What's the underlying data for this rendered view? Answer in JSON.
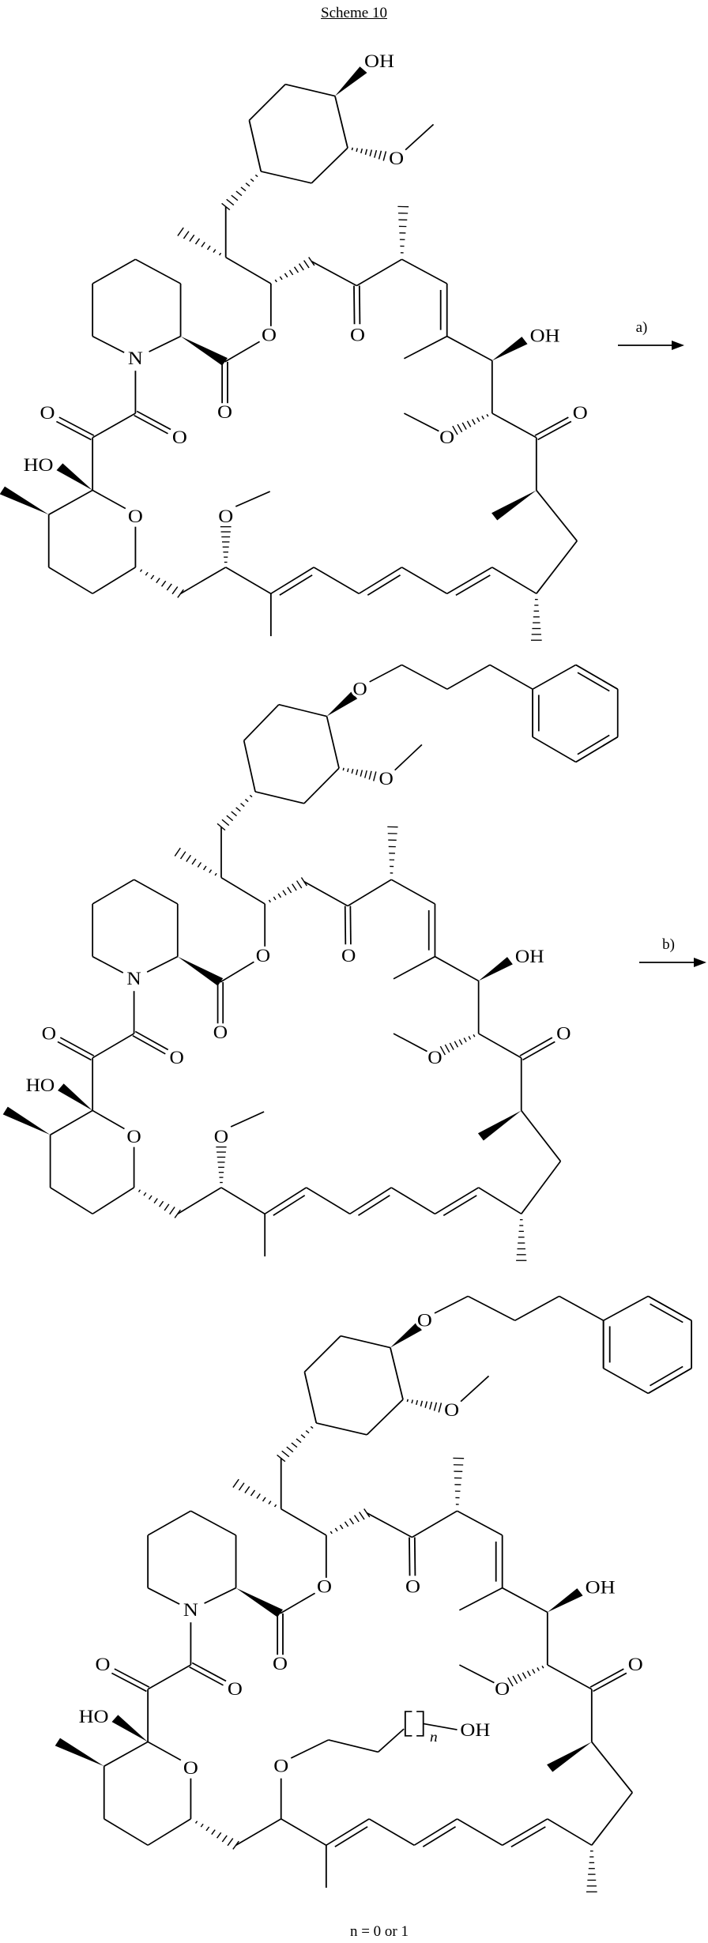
{
  "title": "Scheme 10",
  "atom_labels": {
    "OH": "OH",
    "HO": "HO",
    "O": "O",
    "N": "N"
  },
  "steps": [
    {
      "label": "a)"
    },
    {
      "label": "b)"
    }
  ],
  "repeat_subscript": "n",
  "footnote": "n = 0 or 1"
}
